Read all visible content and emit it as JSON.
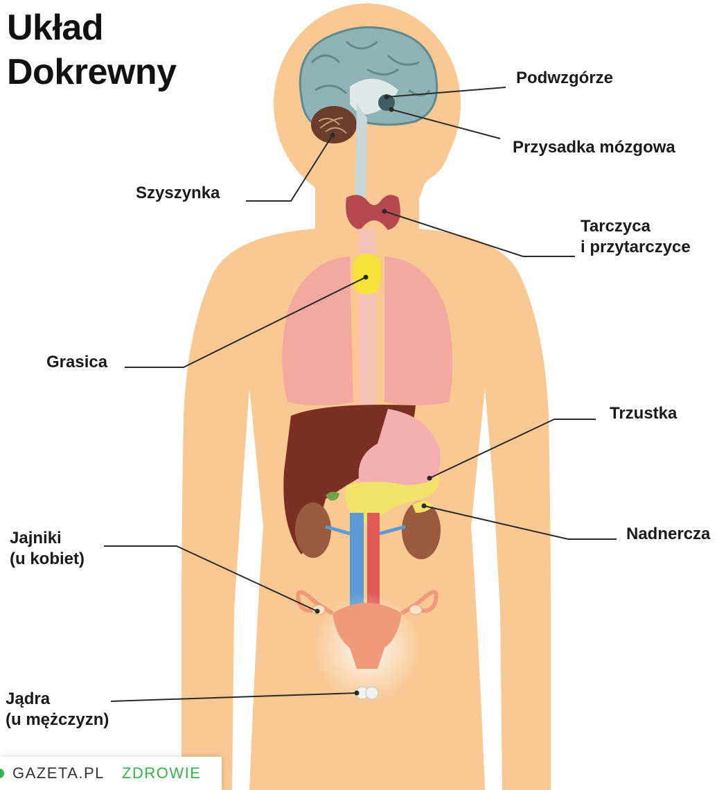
{
  "title": {
    "line1": "Układ",
    "line2": "Dokrewny"
  },
  "labels": {
    "hypothalamus": "Podwzgórze",
    "pituitary": "Przysadka mózgowa",
    "pineal": "Szyszynka",
    "thyroid_line1": "Tarczyca",
    "thyroid_line2": "i przytarczyce",
    "thymus": "Grasica",
    "pancreas": "Trzustka",
    "adrenal": "Nadnercza",
    "ovaries_line1": "Jajniki",
    "ovaries_line2": "(u kobiet)",
    "testes_line1": "Jądra",
    "testes_line2": "(u mężczyzn)"
  },
  "brand": {
    "name": "GAZETA.PL",
    "section": "ZDROWIE"
  },
  "colors": {
    "skin": "#f9c893",
    "brain": "#8fb3b7",
    "cerebellum": "#6b3d2a",
    "thyroid": "#b5474e",
    "thymus": "#f6e23a",
    "lung": "#f2aaa0",
    "liver": "#7a2f22",
    "stomach": "#f4b0b0",
    "pancreas": "#f2e46a",
    "kidney": "#9a5a3e",
    "uterus": "#ef9a78",
    "vein": "#5b9bd5",
    "artery": "#e05a58",
    "brand_green": "#35b34a"
  }
}
